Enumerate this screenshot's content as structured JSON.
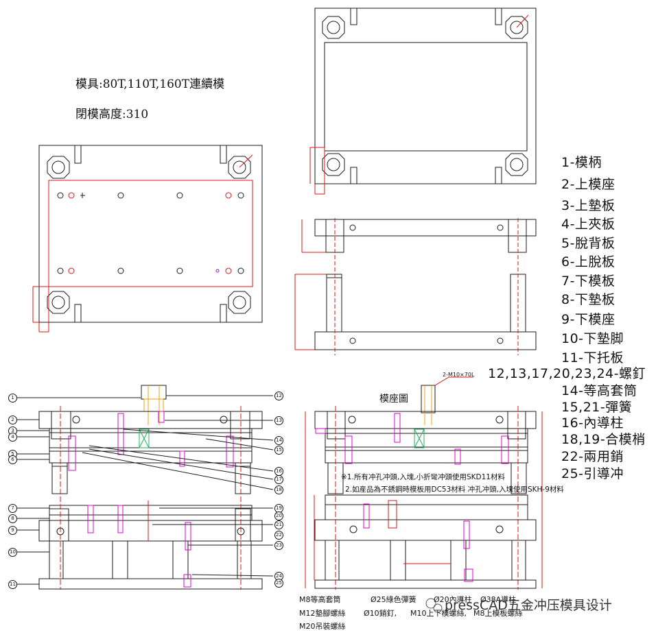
{
  "header": {
    "die_type": "模具:80T,110T,160T連續模",
    "shut_height": "閉模高度:310"
  },
  "legend": [
    "1-模柄",
    "2-上模座",
    "3-上墊板",
    "4-上夾板",
    "5-脫背板",
    "6-上脫板",
    "7-下模板",
    "8-下墊板",
    "9-下模座",
    "10-下墊脚",
    "11-下托板",
    "12,13,17,20,23,24-螺釘",
    "14-等高套筒",
    "15,21-彈簧",
    "16-內導柱",
    "18,19-合模梢",
    "22-兩用銷",
    "25-引導冲"
  ],
  "section_title": "模座圖",
  "callout": "2-M10×70L",
  "notes": [
    "※1.所有冲孔冲頭,入塊,小折彎冲頭使用SKD11材料",
    "2.如産品為不銹鋼時模板用DC53材料  冲孔冲頭,入塊使用SKH-9材料"
  ],
  "bottom_notes": {
    "row1": [
      "M8等高套筒",
      "Ø25綠色彈簧",
      "Ø20內導柱",
      "Ø38A導柱"
    ],
    "row2": [
      "M12墊腳螺絲",
      "Ø10銷釘,",
      "M10上下模螺絲,",
      "M8上模板螺絲"
    ],
    "row3": [
      "M20吊裝螺絲"
    ]
  },
  "left_balloons": [
    "1",
    "2",
    "3",
    "4",
    "5",
    "6",
    "7",
    "8",
    "9",
    "10",
    "11"
  ],
  "right_balloons": [
    "12",
    "13",
    "14",
    "15",
    "16",
    "17",
    "18",
    "19",
    "20",
    "21",
    "22",
    "23",
    "24",
    "25"
  ],
  "watermark": "pressCAD五金冲压模具设计",
  "colors": {
    "outline": "#1a1a1a",
    "red": "#e01010",
    "magenta": "#e000d0",
    "orange": "#f0a000"
  }
}
